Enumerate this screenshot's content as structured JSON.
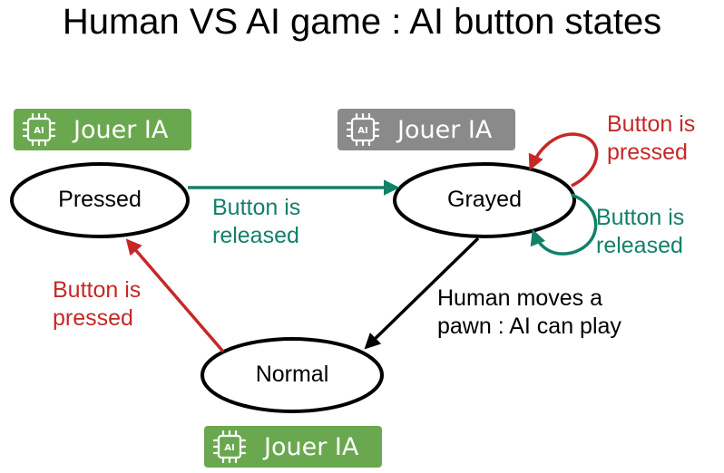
{
  "title": "Human VS AI game : AI button states",
  "colors": {
    "red": "#c62828",
    "green": "#13806a",
    "black": "#000000",
    "button_green": "#6aa84f",
    "button_gray": "#8a8a8a"
  },
  "buttons": {
    "pressed_example": {
      "label": "Jouer IA",
      "icon": "ai-chip-icon",
      "state": "pressed"
    },
    "grayed_example": {
      "label": "Jouer IA",
      "icon": "ai-chip-icon",
      "state": "grayed"
    },
    "normal_example": {
      "label": "Jouer IA",
      "icon": "ai-chip-icon",
      "state": "normal"
    },
    "chip_text": "AI"
  },
  "states": {
    "pressed": "Pressed",
    "grayed": "Grayed",
    "normal": "Normal"
  },
  "transitions": {
    "pressed_to_grayed": {
      "line1": "Button is",
      "line2": "released"
    },
    "grayed_self_pressed": {
      "line1": "Button is",
      "line2": "pressed"
    },
    "grayed_self_released": {
      "line1": "Button is",
      "line2": "released"
    },
    "grayed_to_normal": {
      "line1": "Human moves a",
      "line2": "pawn : AI can play"
    },
    "normal_to_pressed": {
      "line1": "Button is",
      "line2": "pressed"
    }
  }
}
